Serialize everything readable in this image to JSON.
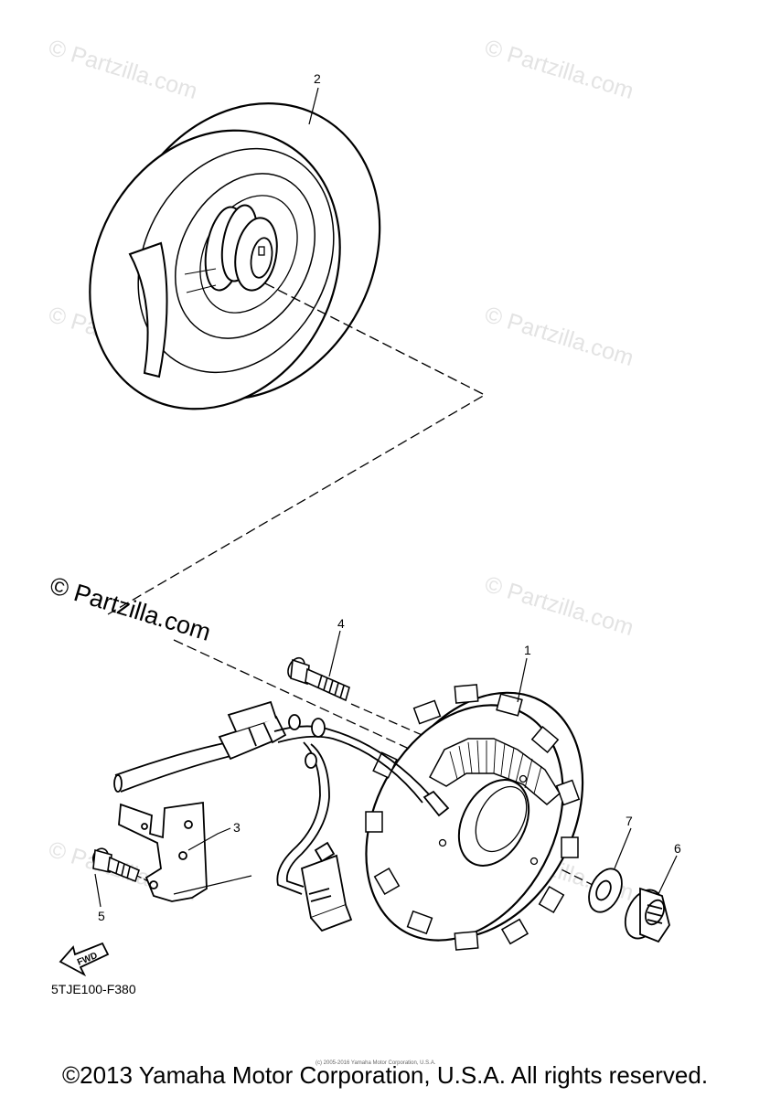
{
  "watermark": {
    "text": "© Partzilla.com"
  },
  "callouts": {
    "p1": "1",
    "p2": "2",
    "p3": "3",
    "p4": "4",
    "p5": "5",
    "p6": "6",
    "p7": "7"
  },
  "fwd_label": "FWD",
  "diagram_code": "5TJE100-F380",
  "small_credit": "(c) 2005-2016 Yamaha Motor Corporation, U.S.A.",
  "copyright": "©2013 Yamaha Motor Corporation, U.S.A. All rights reserved."
}
